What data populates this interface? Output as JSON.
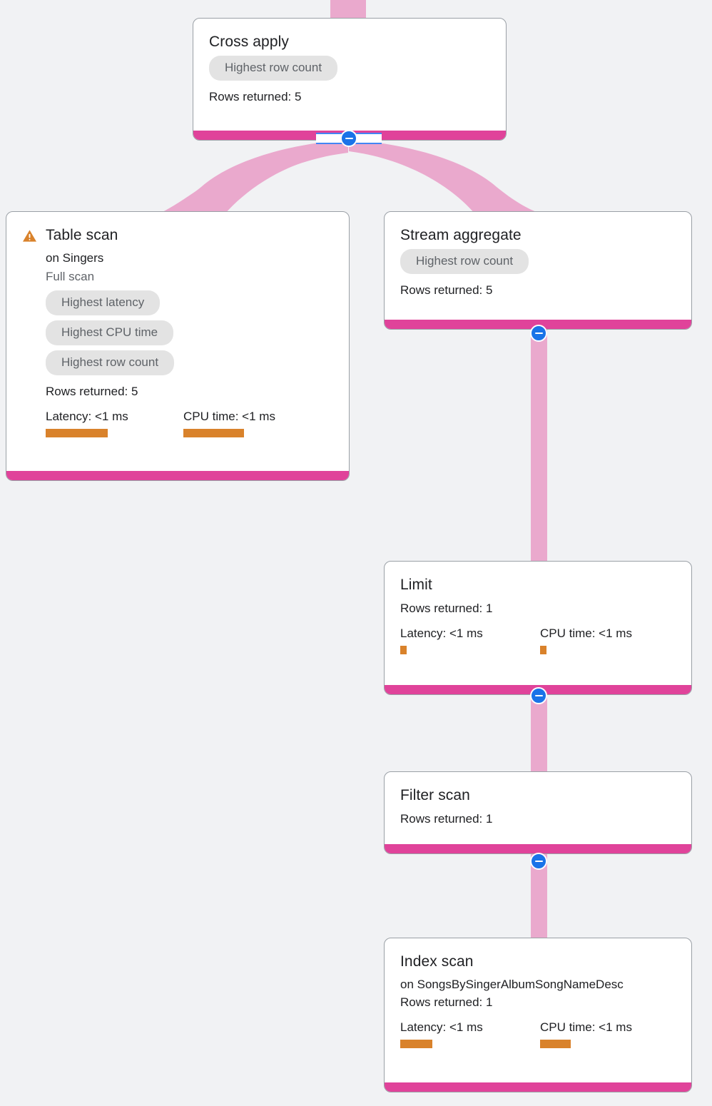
{
  "diagram": {
    "kind": "query-execution-plan",
    "background_color": "#f1f2f4",
    "accent_color": "#e0439a",
    "edge_color": "#eaa9cd",
    "bar_color": "#d9822b",
    "toggle_color": "#1a73e8",
    "chip_color": "#e3e3e3"
  },
  "nodes": {
    "cross_apply": {
      "title": "Cross apply",
      "chips": [
        "Highest row count"
      ],
      "rows_returned": "Rows returned: 5"
    },
    "table_scan": {
      "title": "Table scan",
      "warning_icon": "warning-triangle-icon",
      "on_target": "on Singers",
      "scan_type": "Full scan",
      "chips": [
        "Highest latency",
        "Highest CPU time",
        "Highest row count"
      ],
      "rows_returned": "Rows returned: 5",
      "latency_label": "Latency: <1 ms",
      "cpu_label": "CPU time: <1 ms"
    },
    "stream_aggregate": {
      "title": "Stream aggregate",
      "chips": [
        "Highest row count"
      ],
      "rows_returned": "Rows returned: 5"
    },
    "limit": {
      "title": "Limit",
      "rows_returned": "Rows returned: 1",
      "latency_label": "Latency: <1 ms",
      "cpu_label": "CPU time: <1 ms"
    },
    "filter_scan": {
      "title": "Filter scan",
      "rows_returned": "Rows returned: 1"
    },
    "index_scan": {
      "title": "Index scan",
      "on_target": "on SongsBySingerAlbumSongNameDesc",
      "rows_returned": "Rows returned: 1",
      "latency_label": "Latency: <1 ms",
      "cpu_label": "CPU time: <1 ms"
    }
  },
  "toggles": {
    "cross_apply_collapse": "collapse",
    "stream_aggregate_collapse": "collapse",
    "limit_collapse": "collapse",
    "filter_scan_collapse": "collapse"
  }
}
